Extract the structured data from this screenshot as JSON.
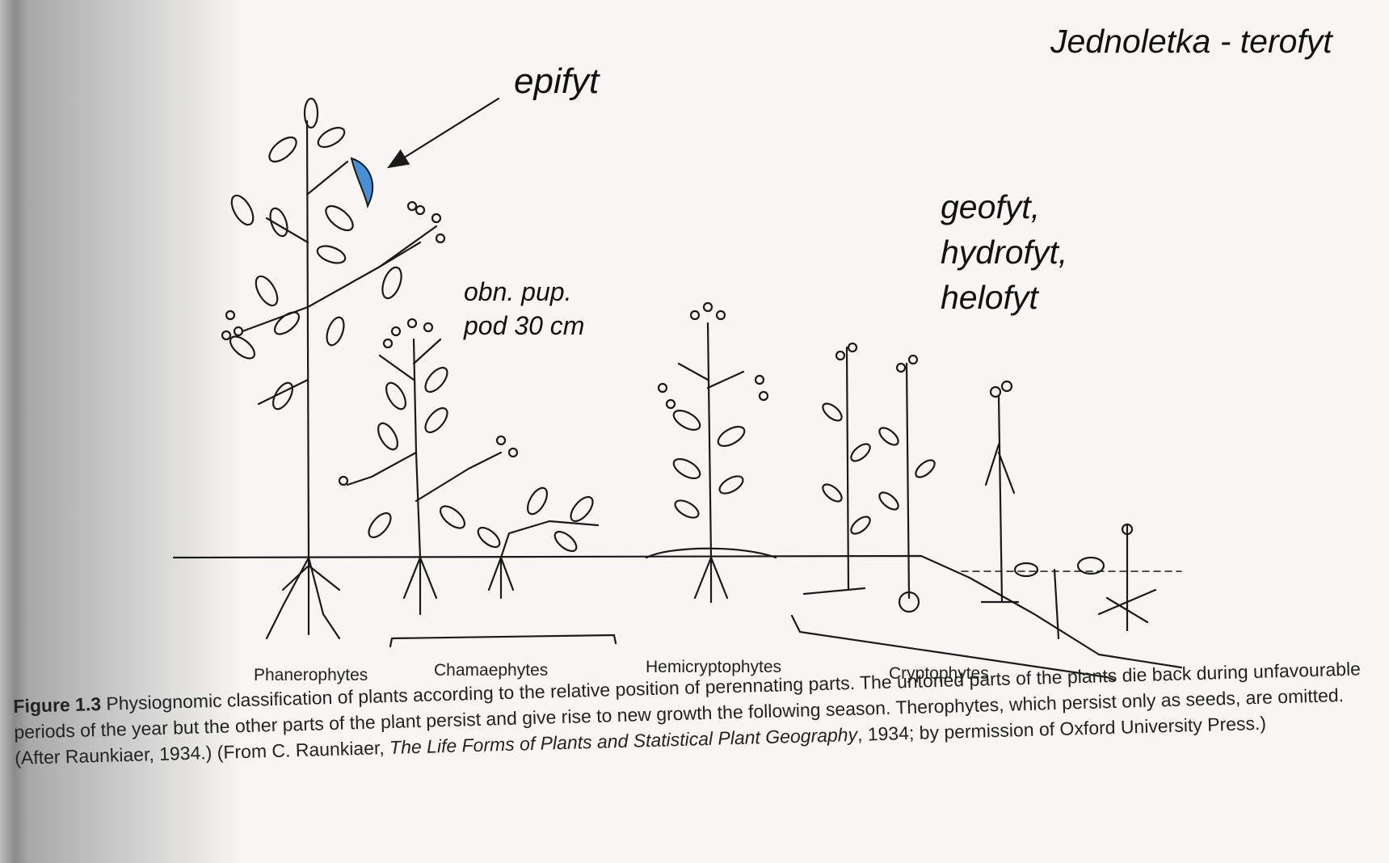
{
  "annotations": {
    "terofyt": "Jednoletka - terofyt",
    "epifyt": "epifyt",
    "obn_line1": "obn. pup.",
    "obn_line2": "pod 30 cm",
    "geo_line1": "geofyt,",
    "geo_line2": "hydrofyt,",
    "geo_line3": "helofyt"
  },
  "categories": {
    "phanerophytes": "Phanerophytes",
    "chamaephytes": "Chamaephytes",
    "hemicryptophytes": "Hemicryptophytes",
    "cryptophytes": "Cryptophytes"
  },
  "caption": {
    "figure_label": "Figure 1.3",
    "text_1": " Physiognomic classification of plants according to the relative position of perennating parts. The untoned parts of the plants die back during unfavourable periods of the year but the other parts of the plant persist and give rise to new growth the following season. Therophytes, which persist only as seeds, are omitted. (After Raunkiaer, 1934.) (From C. Raunkiaer, ",
    "book_title": "The Life Forms of Plants and Statistical Plant Geography",
    "text_2": ", 1934; by permission of Oxford University Press.)"
  },
  "colors": {
    "epiphyte_fill": "#4a8fd6",
    "ink": "#1a1a1a"
  }
}
